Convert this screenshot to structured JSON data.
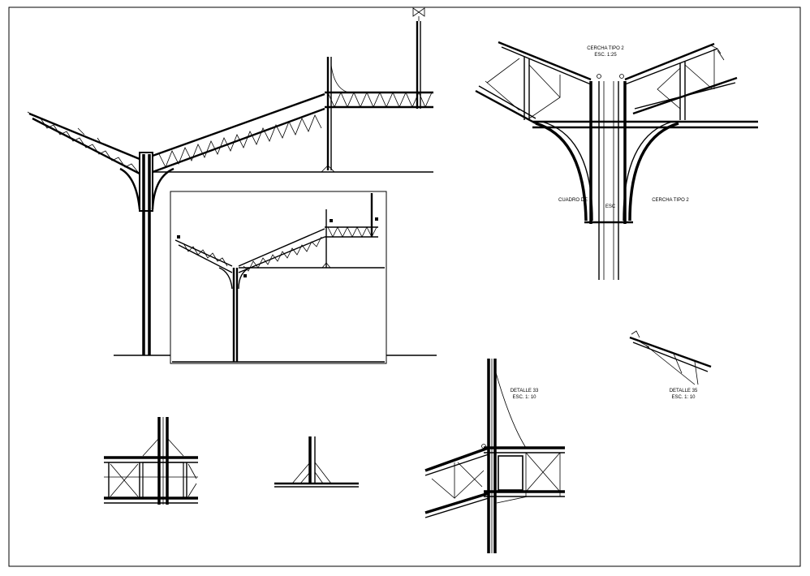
{
  "drawing": {
    "labels": {
      "cercha_title": "CERCHA TIPO 2",
      "cercha_scale": "ESC. 1:25",
      "cuadro_left": "CUADRO DE",
      "cuadro_right": "CERCHA TIPO 2",
      "cuadro_scale": "ESC",
      "detalle_a_title": "DETALLE 33",
      "detalle_a_scale": "ESC. 1: 10",
      "detalle_b_title": "DETALLE 35",
      "detalle_b_scale": "ESC. 1: 10"
    }
  }
}
